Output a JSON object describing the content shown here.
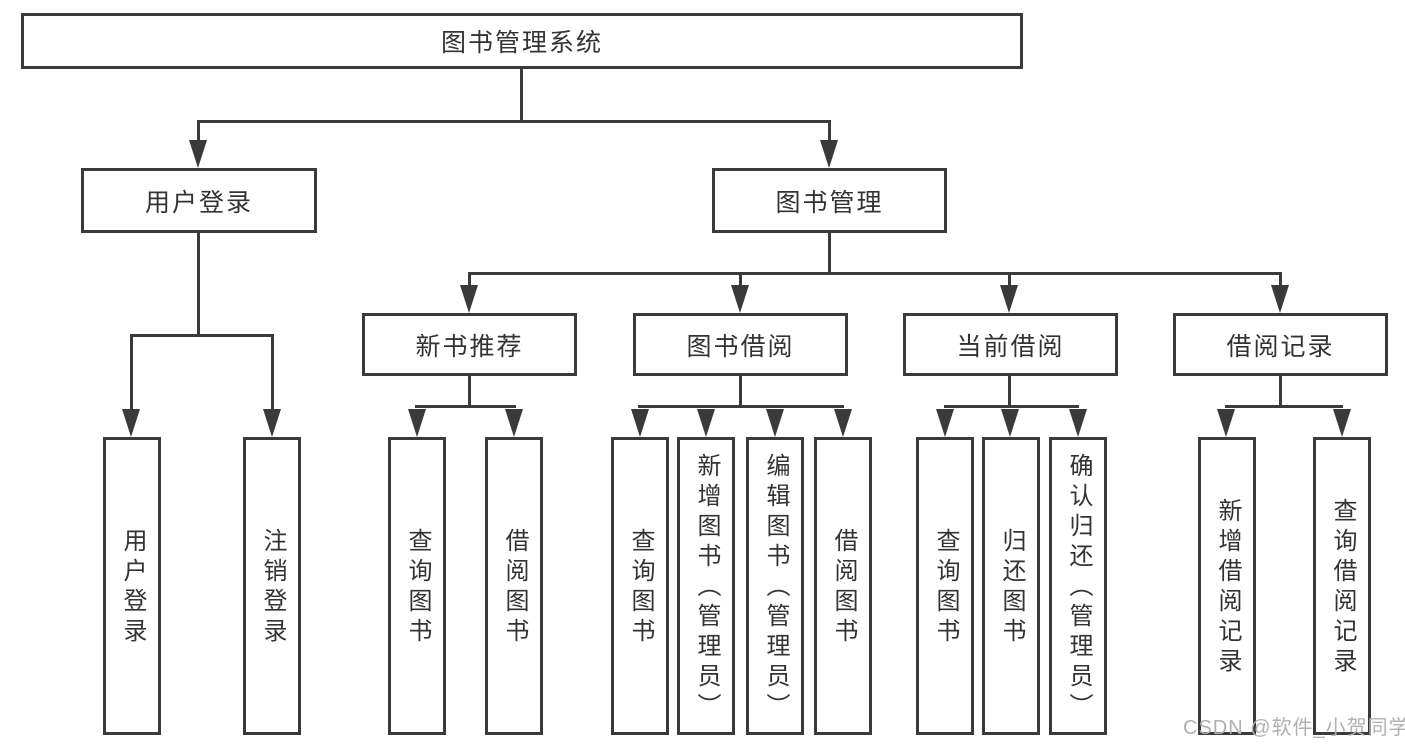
{
  "colors": {
    "line": "#3a3a3a",
    "text": "#333333",
    "watermark_text": "#b2b0b0"
  },
  "tree": {
    "root": "图书管理系统",
    "branches": [
      {
        "label": "用户登录",
        "children": [
          "用户登录",
          "注销登录"
        ]
      },
      {
        "label": "图书管理",
        "sections": [
          {
            "label": "新书推荐",
            "children": [
              "查询图书",
              "借阅图书"
            ]
          },
          {
            "label": "图书借阅",
            "children": [
              "查询图书",
              "新增图书（管理员）",
              "编辑图书（管理员）",
              "借阅图书"
            ]
          },
          {
            "label": "当前借阅",
            "children": [
              "查询图书",
              "归还图书",
              "确认归还（管理员）"
            ]
          },
          {
            "label": "借阅记录",
            "children": [
              "新增借阅记录",
              "查询借阅记录"
            ]
          }
        ]
      }
    ]
  },
  "watermark": "CSDN @软件_小贺同学"
}
